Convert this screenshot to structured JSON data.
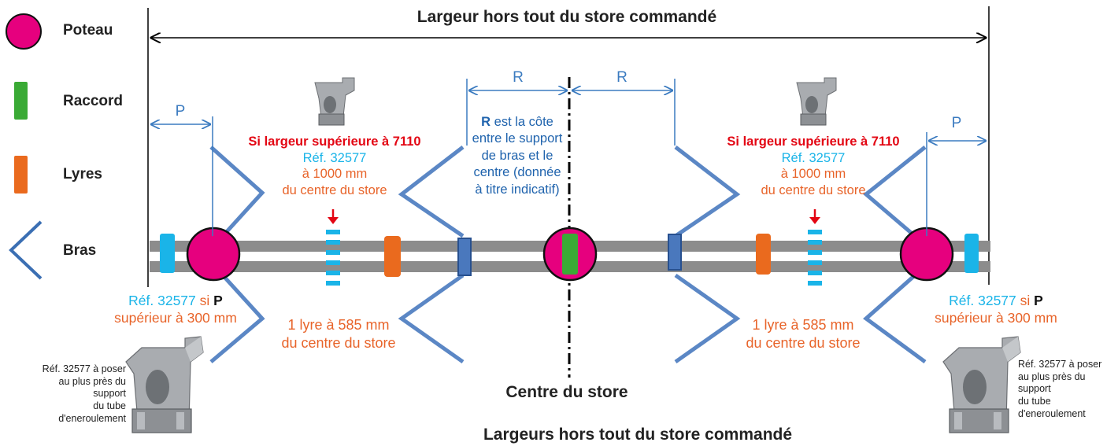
{
  "title_top": "Largeur hors tout du store commandé",
  "title_bottom": "Largeurs hors tout du store commandé",
  "center_label": "Centre du store",
  "legend": {
    "poteau": "Poteau",
    "raccord": "Raccord",
    "lyres": "Lyres",
    "bras": "Bras"
  },
  "dims": {
    "p": "P",
    "r": "R"
  },
  "r_note": {
    "bold": "R",
    "rest": " est la côte entre le support de bras et le centre (donnée à titre indicatif)"
  },
  "support_note": {
    "warning": "Si largeur supérieure à 7110",
    "ref": "Réf. 32577",
    "distance": "à 1000 mm",
    "from_center": "du centre du store"
  },
  "lyre_note": {
    "line1": "1 lyre à 585 mm",
    "line2": "du centre du store"
  },
  "p_note": {
    "ref": "Réf. 32577",
    "si": " si ",
    "p": "P",
    "line2": "supérieur à 300 mm"
  },
  "bottom_note": {
    "line1": "Réf. 32577 à poser",
    "line2": "au plus près du support",
    "line3": "du tube d'eneroulement"
  },
  "colors": {
    "poteau": "#e6007e",
    "raccord": "#3aaa35",
    "lyre": "#ea6a1e",
    "bras": "#3b6fb3",
    "support": "#1ab4e8",
    "tube": "#8c8c8c",
    "warning": "#e30613",
    "ref": "#1ab4e8",
    "dim": "#3b7bc0",
    "orange_text": "#e8642a"
  }
}
